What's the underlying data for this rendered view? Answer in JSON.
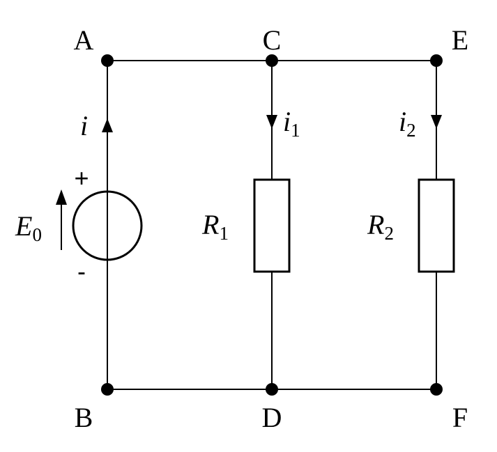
{
  "nodes": {
    "A": "A",
    "B": "B",
    "C": "C",
    "D": "D",
    "E": "E",
    "F": "F"
  },
  "source": {
    "symbol": "E",
    "subscript": "0",
    "plus": "+",
    "minus": "-"
  },
  "currents": {
    "i": {
      "symbol": "i",
      "subscript": ""
    },
    "i1": {
      "symbol": "i",
      "subscript": "1"
    },
    "i2": {
      "symbol": "i",
      "subscript": "2"
    }
  },
  "resistors": {
    "r1": {
      "symbol": "R",
      "subscript": "1"
    },
    "r2": {
      "symbol": "R",
      "subscript": "2"
    }
  },
  "colors": {
    "stroke": "#000000",
    "background": "#ffffff"
  }
}
